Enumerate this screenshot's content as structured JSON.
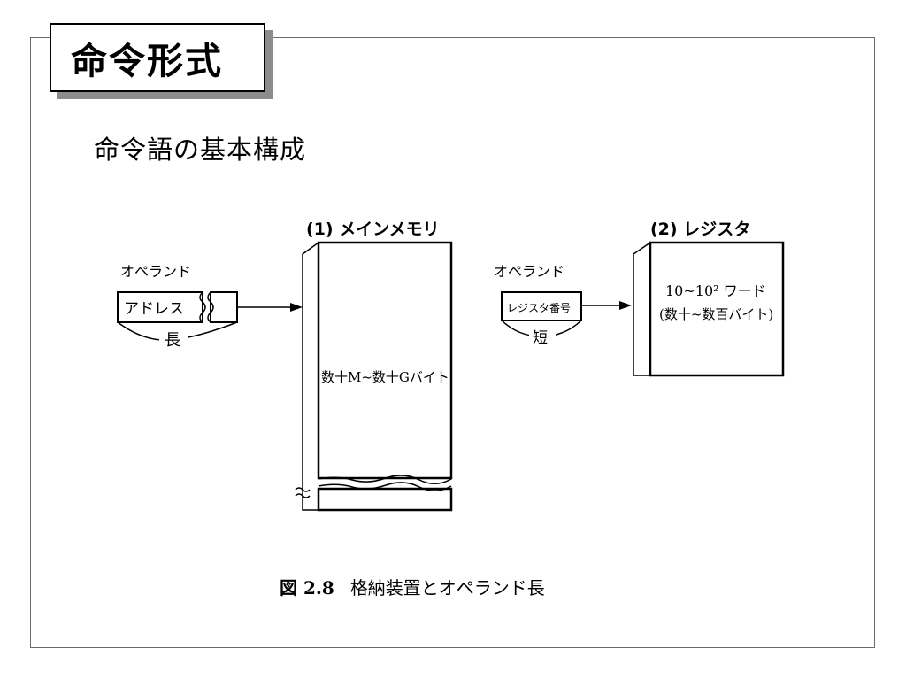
{
  "slide": {
    "title": "命令形式",
    "subtitle": "命令語の基本構成"
  },
  "diagram": {
    "main_memory": {
      "heading": "(1) メインメモリ",
      "operand_label": "オペランド",
      "address_label": "アドレス",
      "length_label": "長",
      "capacity_label": "数十M~数十Gバイト"
    },
    "register": {
      "heading": "(2) レジスタ",
      "operand_label": "オペランド",
      "register_number_label": "レジスタ番号",
      "length_label": "短",
      "word_count_label": "10~10² ワード",
      "byte_count_label": "(数十~数百バイト)"
    }
  },
  "caption": {
    "number": "図 2.8",
    "text": "格納装置とオペランド長"
  }
}
